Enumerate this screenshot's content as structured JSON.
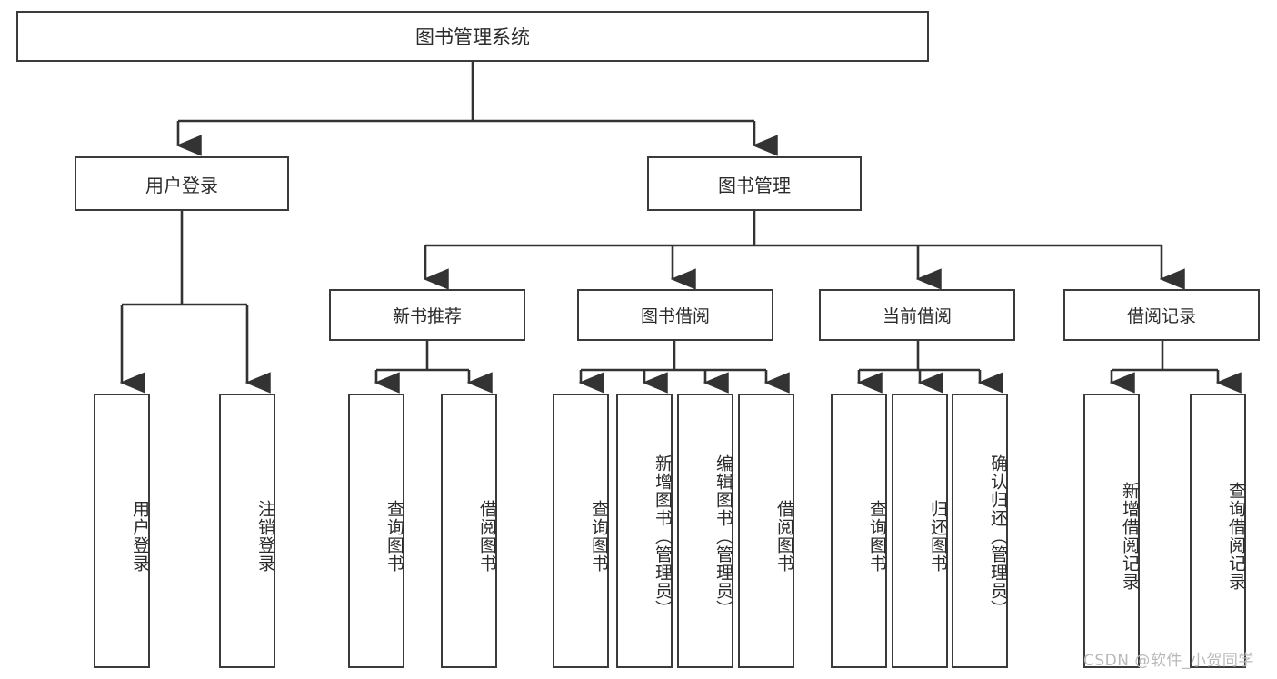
{
  "diagram": {
    "title": "图书管理系统",
    "type": "功能结构图",
    "colors": {
      "box_border": "#3b3b3b",
      "box_fill": "#ffffff",
      "text": "#2b2b2b",
      "connector": "#333333",
      "watermark": "#b9b9b9",
      "background": "#ffffff"
    },
    "root": {
      "label": "图书管理系统"
    },
    "level1": [
      {
        "id": "user-login",
        "label": "用户登录"
      },
      {
        "id": "book-management",
        "label": "图书管理"
      }
    ],
    "level2": [
      {
        "id": "new-book-recommend",
        "label": "新书推荐",
        "parent": "book-management"
      },
      {
        "id": "book-borrow",
        "label": "图书借阅",
        "parent": "book-management"
      },
      {
        "id": "current-borrow",
        "label": "当前借阅",
        "parent": "book-management"
      },
      {
        "id": "borrow-record",
        "label": "借阅记录",
        "parent": "book-management"
      }
    ],
    "leaves": {
      "user-login": [
        {
          "id": "leaf-user-login",
          "label": "用户登录"
        },
        {
          "id": "leaf-user-logout",
          "label": "注销登录"
        }
      ],
      "new-book-recommend": [
        {
          "id": "leaf-query-book-1",
          "label": "查询图书"
        },
        {
          "id": "leaf-borrow-book-1",
          "label": "借阅图书"
        }
      ],
      "book-borrow": [
        {
          "id": "leaf-query-book-2",
          "label": "查询图书"
        },
        {
          "id": "leaf-add-book",
          "label": "新增图书（管理员）"
        },
        {
          "id": "leaf-edit-book",
          "label": "编辑图书（管理员）"
        },
        {
          "id": "leaf-borrow-book-2",
          "label": "借阅图书"
        }
      ],
      "current-borrow": [
        {
          "id": "leaf-query-book-3",
          "label": "查询图书"
        },
        {
          "id": "leaf-return-book",
          "label": "归还图书"
        },
        {
          "id": "leaf-confirm-return",
          "label": "确认归还（管理员）"
        }
      ],
      "borrow-record": [
        {
          "id": "leaf-add-record",
          "label": "新增借阅记录"
        },
        {
          "id": "leaf-query-record",
          "label": "查询借阅记录"
        }
      ]
    }
  },
  "watermark": {
    "text": "CSDN @软件_小贺同学"
  }
}
